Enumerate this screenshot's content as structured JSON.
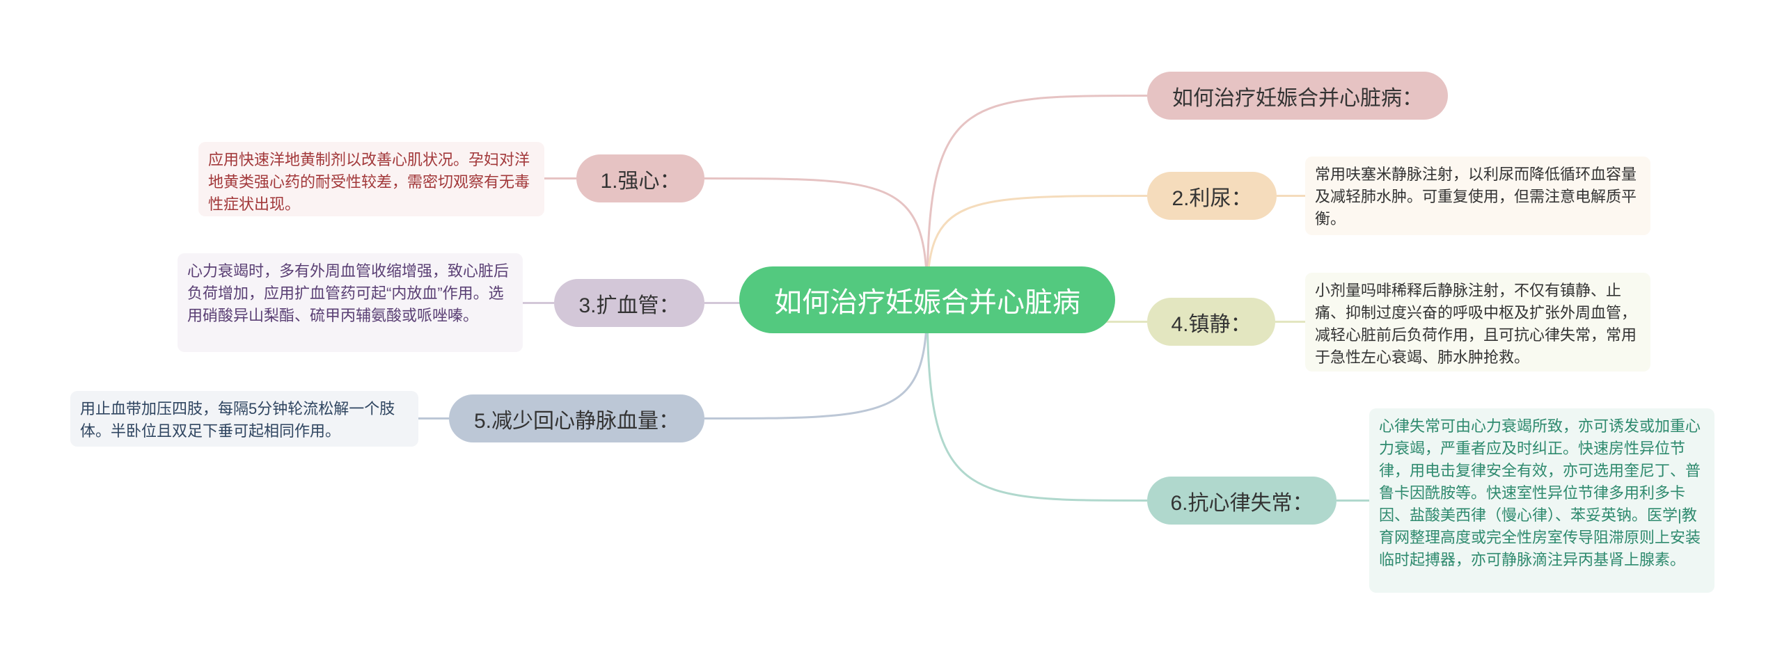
{
  "root": {
    "label": "如何治疗妊娠合并心脏病"
  },
  "branches": [
    {
      "id": "title",
      "label": "如何治疗妊娠合并心脏病：",
      "color": "#e6c3c3",
      "line": "#e6c3c3"
    },
    {
      "id": "b1",
      "label": "1.强心：",
      "color": "#e6c3c3",
      "line": "#e6c3c3",
      "note": "应用快速洋地黄制剂以改善心肌状况。孕妇对洋地黄类强心药的耐受性较差，需密切观察有无毒性症状出现。",
      "note_bg": "#fbf3f3",
      "note_color": "#a2383a"
    },
    {
      "id": "b2",
      "label": "2.利尿：",
      "color": "#f5dcbc",
      "line": "#f5dcbc",
      "note": "常用呋塞米静脉注射，以利尿而降低循环血容量及减轻肺水肿。可重复使用，但需注意电解质平衡。",
      "note_bg": "#fdf8f1",
      "note_color": "#333333"
    },
    {
      "id": "b3",
      "label": "3.扩血管：",
      "color": "#d3c7d8",
      "line": "#d3c7d8",
      "note": "心力衰竭时，多有外周血管收缩增强，致心脏后负荷增加，应用扩血管药可起“内放血”作用。选用硝酸异山梨酯、硫甲丙辅氨酸或哌唑嗪。",
      "note_bg": "#f7f4f8",
      "note_color": "#5a3f74"
    },
    {
      "id": "b4",
      "label": "4.镇静：",
      "color": "#e3e6c0",
      "line": "#e3e6c0",
      "note": "小剂量吗啡稀释后静脉注射，不仅有镇静、止痛、抑制过度兴奋的呼吸中枢及扩张外周血管，减轻心脏前后负荷作用，且可抗心律失常，常用于急性左心衰竭、肺水肿抢救。",
      "note_bg": "#f9faf1",
      "note_color": "#333333"
    },
    {
      "id": "b5",
      "label": "5.减少回心静脉血量：",
      "color": "#bcc7d6",
      "line": "#bcc7d6",
      "note": "用止血带加压四肢，每隔5分钟轮流松解一个肢体。半卧位且双足下垂可起相同作用。",
      "note_bg": "#f2f4f7",
      "note_color": "#2f4560"
    },
    {
      "id": "b6",
      "label": "6.抗心律失常：",
      "color": "#b0d8cd",
      "line": "#b0d8cd",
      "note": "心律失常可由心力衰竭所致，亦可诱发或加重心力衰竭，严重者应及时纠正。快速房性异位节律，用电击复律安全有效，亦可选用奎尼丁、普鲁卡因酰胺等。快速室性异位节律多用利多卡因、盐酸美西律（慢心律）、苯妥英钠。医学|教育网整理高度或完全性房室传导阻滞原则上安装临时起搏器，亦可静脉滴注异丙基肾上腺素。",
      "note_bg": "#eff7f4",
      "note_color": "#2e8a6e"
    }
  ]
}
